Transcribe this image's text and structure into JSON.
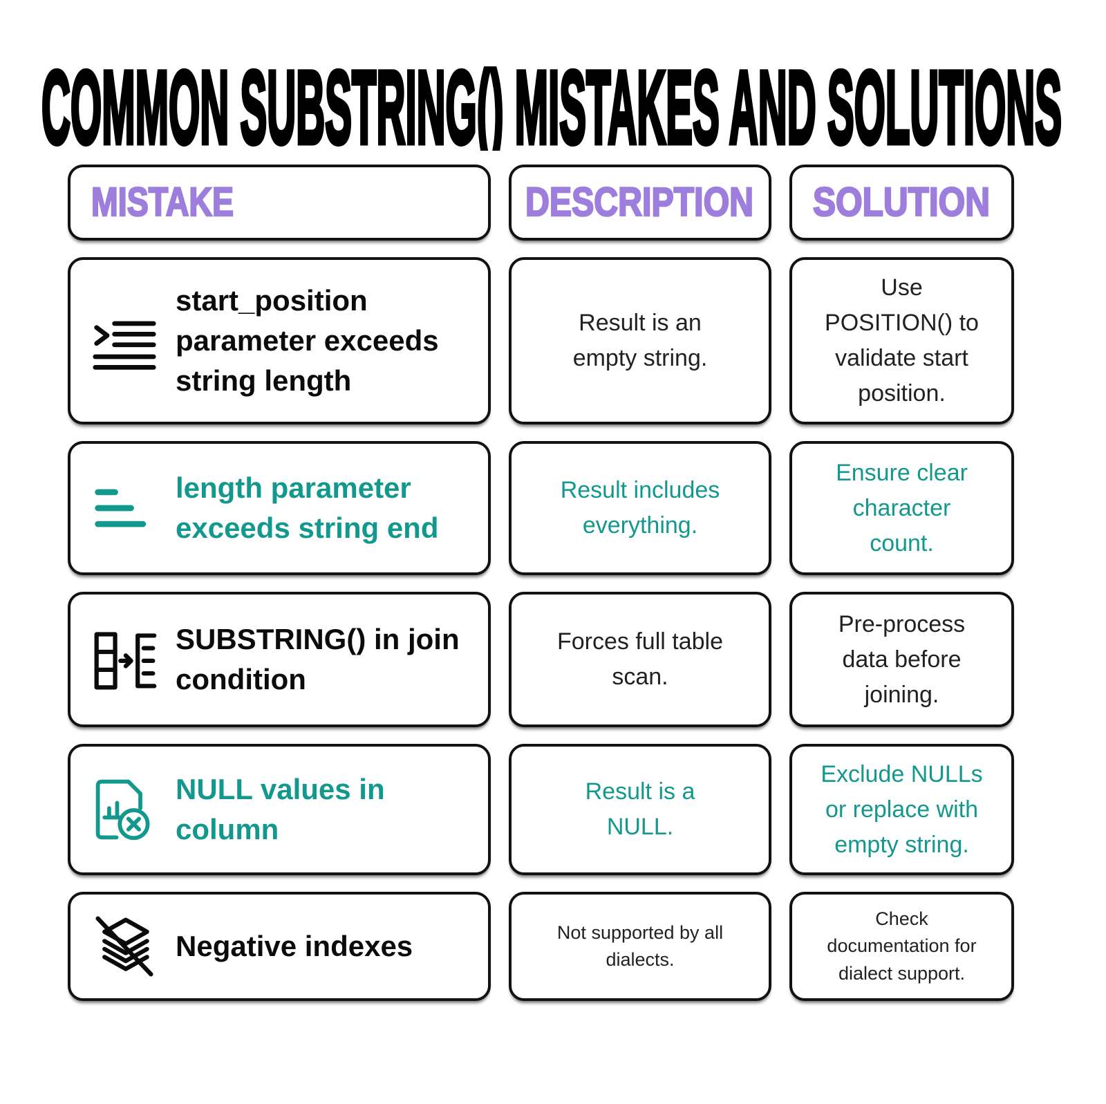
{
  "title": "COMMON SUBSTRING() MISTAKES AND SOLUTIONS",
  "colors": {
    "accent_purple": "#9d7edd",
    "accent_teal": "#12988c",
    "text_black": "#0b0b0b",
    "border_black": "#121212"
  },
  "table": {
    "headers": [
      {
        "label": "MISTAKE"
      },
      {
        "label": "DESCRIPTION"
      },
      {
        "label": "SOLUTION"
      }
    ],
    "rows": [
      {
        "icon": "indent-list-icon",
        "accent": "black",
        "mistake": "start_position parameter exceeds string length",
        "description": "Result is an empty string.",
        "solution": "Use POSITION() to validate start position."
      },
      {
        "icon": "short-lines-icon",
        "accent": "teal",
        "mistake": "length parameter exceeds string end",
        "description": "Result includes everything.",
        "solution": "Ensure clear character count."
      },
      {
        "icon": "column-to-list-icon",
        "accent": "black",
        "mistake": "SUBSTRING() in join condition",
        "description": "Forces full table scan.",
        "solution": "Pre-process data before joining."
      },
      {
        "icon": "document-null-icon",
        "accent": "teal",
        "mistake": "NULL values in column",
        "description": "Result is a NULL.",
        "solution": "Exclude NULLs or replace with empty string."
      },
      {
        "icon": "layers-slash-icon",
        "accent": "black",
        "mistake": "Negative indexes",
        "description": "Not supported by all dialects.",
        "solution": "Check documentation for dialect support."
      }
    ]
  }
}
